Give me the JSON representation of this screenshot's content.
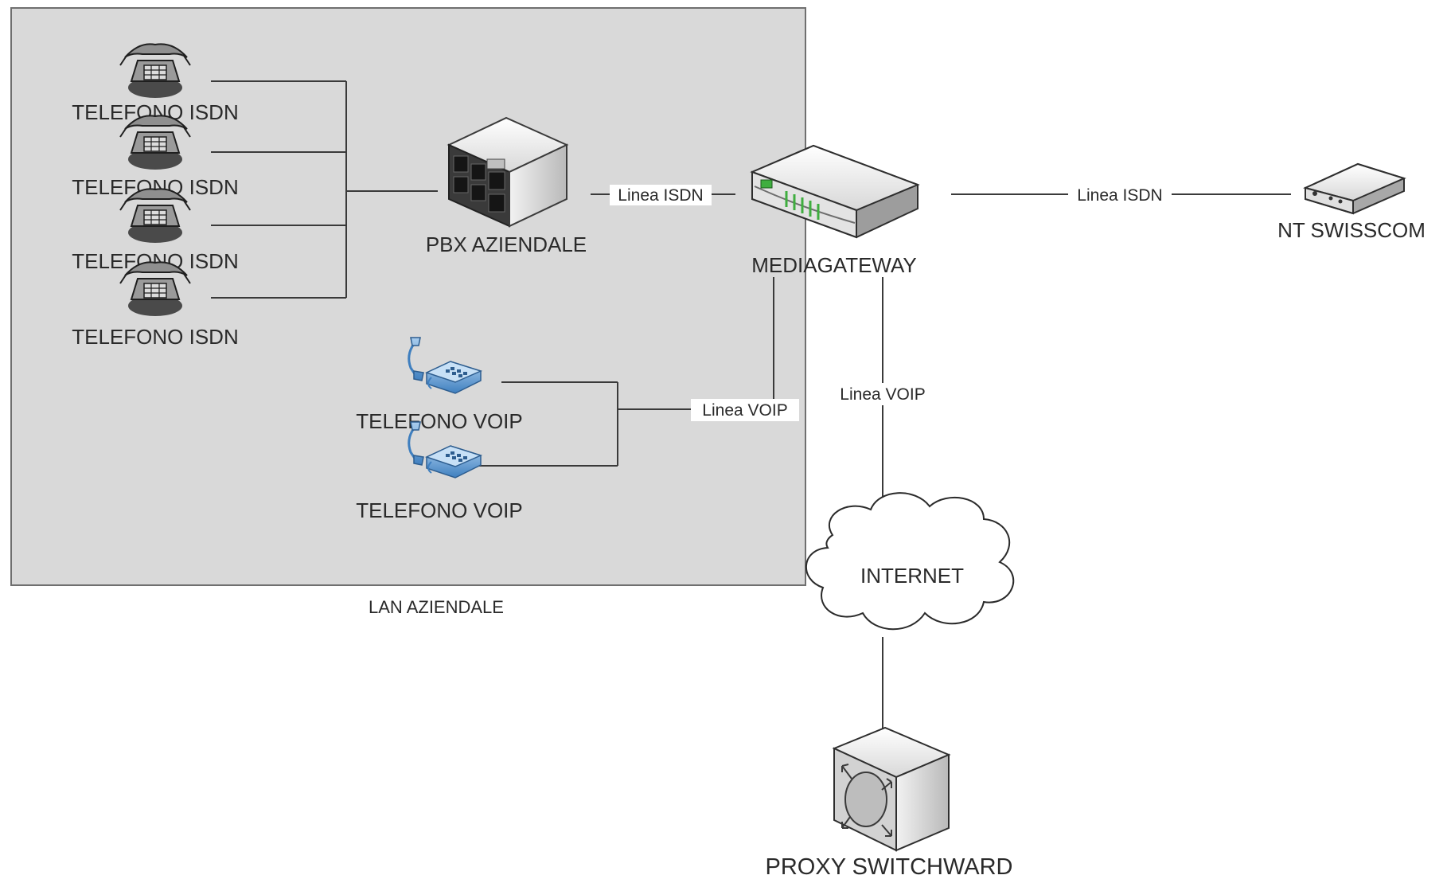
{
  "lan": {
    "label": "LAN AZIENDALE"
  },
  "isdn_phones": [
    {
      "label": "TELEFONO ISDN",
      "icon": "isdn-phone-icon"
    },
    {
      "label": "TELEFONO ISDN",
      "icon": "isdn-phone-icon"
    },
    {
      "label": "TELEFONO ISDN",
      "icon": "isdn-phone-icon"
    },
    {
      "label": "TELEFONO ISDN",
      "icon": "isdn-phone-icon"
    }
  ],
  "voip_phones": [
    {
      "label": "TELEFONO VOIP",
      "icon": "voip-phone-icon"
    },
    {
      "label": "TELEFONO VOIP",
      "icon": "voip-phone-icon"
    }
  ],
  "pbx": {
    "label": "PBX AZIENDALE",
    "icon": "pbx-server-icon"
  },
  "mediagateway": {
    "label": "MEDIAGATEWAY",
    "icon": "media-gateway-icon"
  },
  "nt": {
    "label": "NT SWISSCOM",
    "icon": "nt-device-icon"
  },
  "internet": {
    "label": "INTERNET",
    "icon": "cloud-icon"
  },
  "proxy": {
    "label": "PROXY SWITCHWARD",
    "icon": "proxy-switch-icon"
  },
  "links": {
    "pbx_gateway": "Linea ISDN",
    "gateway_nt": "Linea ISDN",
    "voip_gateway": "Linea VOIP",
    "gateway_internet": "Linea VOIP"
  },
  "colors": {
    "lan_fill": "#d9d9d9",
    "lan_border": "#6f6f6f",
    "line": "#3a3a3a",
    "voip_blue": "#5b95c9",
    "gateway_green": "#3fae3f"
  }
}
